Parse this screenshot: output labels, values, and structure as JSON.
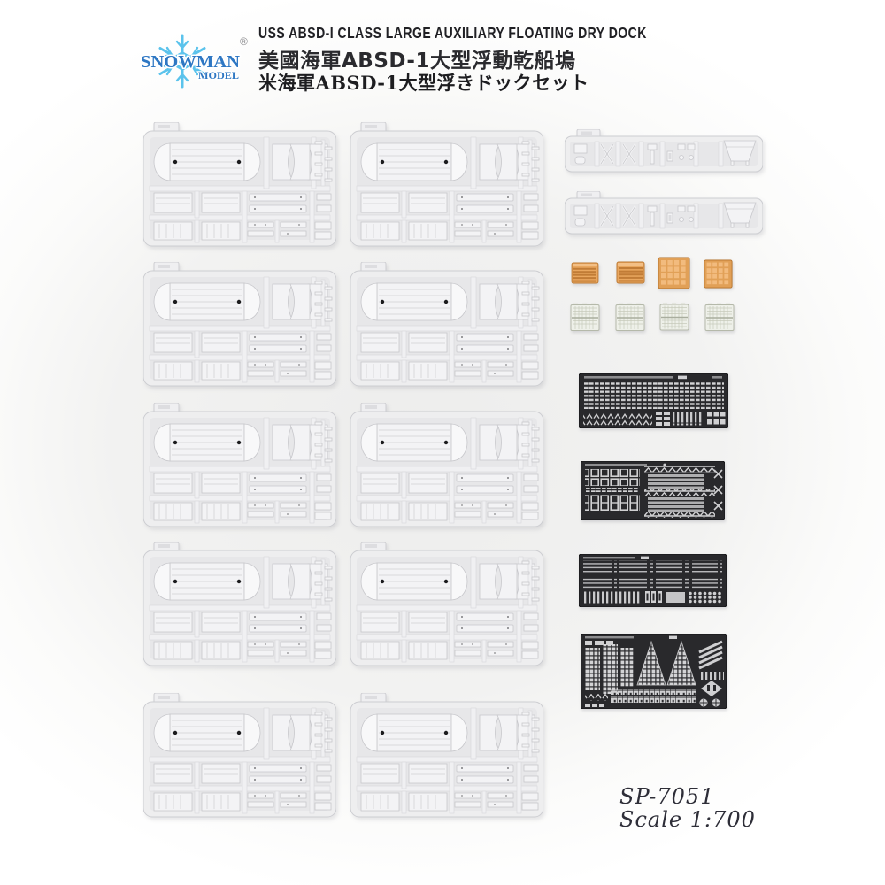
{
  "header": {
    "brand": {
      "name": "SNOWMAN",
      "sub": "MODEL",
      "reg": "®",
      "logo_blue": "#5bc3ec",
      "text_blue": "#2e77c3"
    },
    "title_en": "USS ABSD-I CLASS LARGE AUXILIARY FLOATING DRY DOCK",
    "title_zh": "美國海軍ABSD-1大型浮動乾船塢",
    "title_ja": "米海軍ABSD-1大型浮きドックセット"
  },
  "footer": {
    "code": "SP-7051",
    "scale": "Scale 1:700"
  },
  "contents": {
    "large_gray_sprues": {
      "count": 10,
      "arrangement": "2 columns x 5 rows",
      "color": "#ededef"
    },
    "long_narrow_sprues": {
      "count": 2,
      "color": "#ededef"
    },
    "orange_parts": {
      "count": 4,
      "types": [
        "slatted block",
        "slatted block",
        "waffle block",
        "waffle block"
      ],
      "color": "#e8a45c"
    },
    "white_grating_parts": {
      "count": 4,
      "color": "#eef0e9"
    },
    "photo_etch_frets": {
      "count": 4,
      "color": "#29292c"
    }
  }
}
